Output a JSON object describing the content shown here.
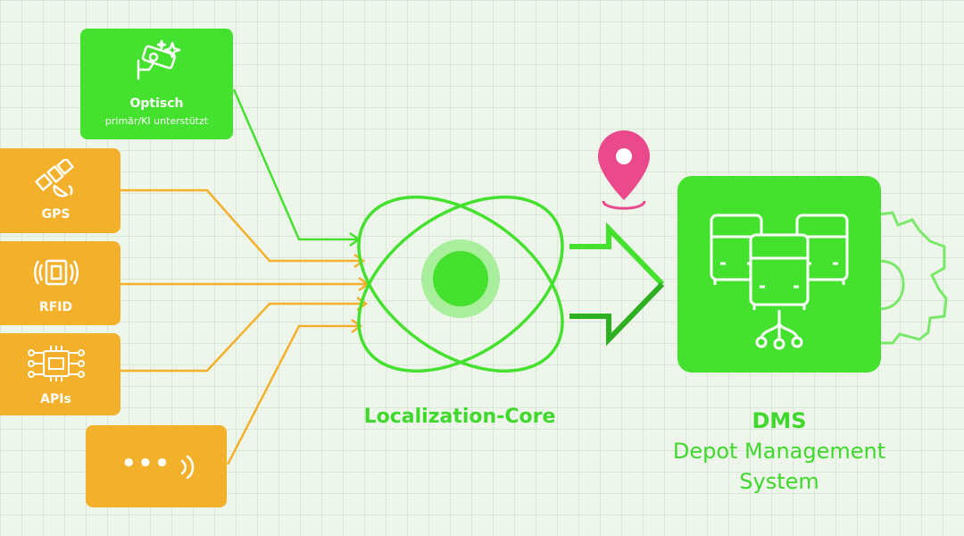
{
  "sources": {
    "optisch": {
      "label": "Optisch",
      "sublabel": "primär/KI unterstützt",
      "icon": "camera-sparkle-icon"
    },
    "gps": {
      "label": "GPS",
      "icon": "satellite-icon"
    },
    "rfid": {
      "label": "RFID",
      "icon": "rfid-tag-icon"
    },
    "apis": {
      "label": "APIs",
      "icon": "circuit-chip-icon"
    },
    "more": {
      "label": "•••",
      "icon": "wireless-signal-icon"
    }
  },
  "core": {
    "label": "Localization-Core",
    "icon": "atom-orbit-icon"
  },
  "location_pin": {
    "icon": "location-pin-icon"
  },
  "dms": {
    "label_line1": "DMS",
    "label_line2": "Depot Management",
    "label_line3": "System",
    "icon": "buses-network-icon",
    "gear_icon": "gear-icon"
  },
  "colors": {
    "green": "#45e12f",
    "green_dark": "#3cc928",
    "orange": "#f3b02a",
    "pink": "#ea4a8c",
    "background": "#eef5ea"
  }
}
